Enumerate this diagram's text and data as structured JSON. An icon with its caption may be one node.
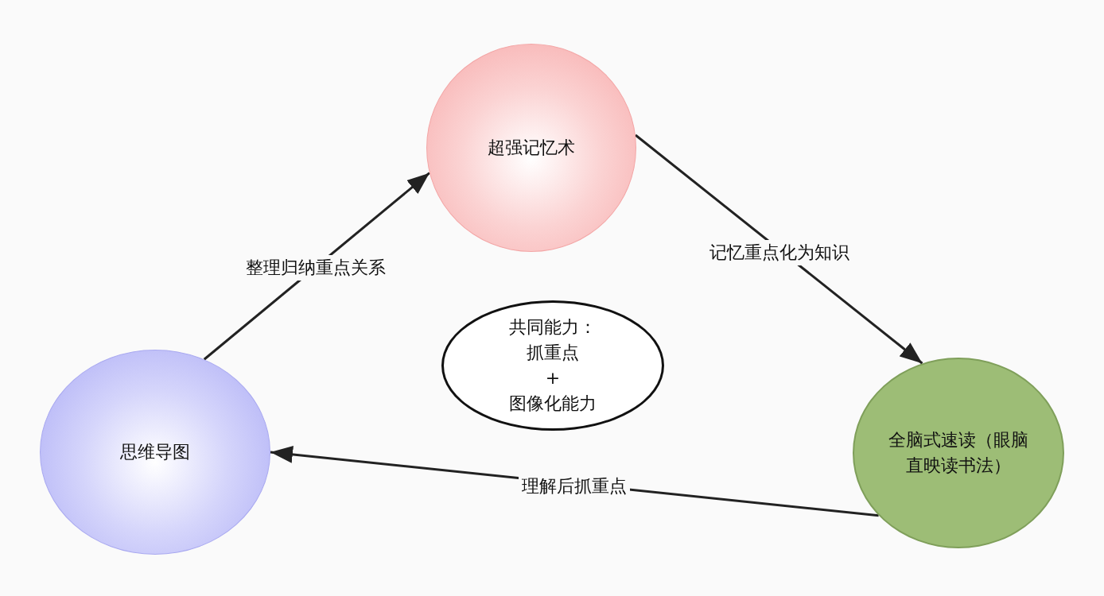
{
  "diagram": {
    "nodes": [
      {
        "text": [
          "超强记忆术"
        ]
      },
      {
        "text": [
          "全脑式速读（眼脑直映读书法）"
        ]
      },
      {
        "text": [
          "思维导图"
        ]
      },
      {
        "text": [
          "共同能力：",
          "抓重点",
          "+",
          "图像化能力"
        ]
      }
    ],
    "edges": [
      {
        "from": 2,
        "to": 0,
        "arrow": "to",
        "label": "整理归纳重点关系"
      },
      {
        "from": 0,
        "to": 1,
        "arrow": "to",
        "label": "记忆重点化为知识"
      },
      {
        "from": 1,
        "to": 2,
        "arrow": "to",
        "label": "理解后抓重点"
      }
    ]
  }
}
